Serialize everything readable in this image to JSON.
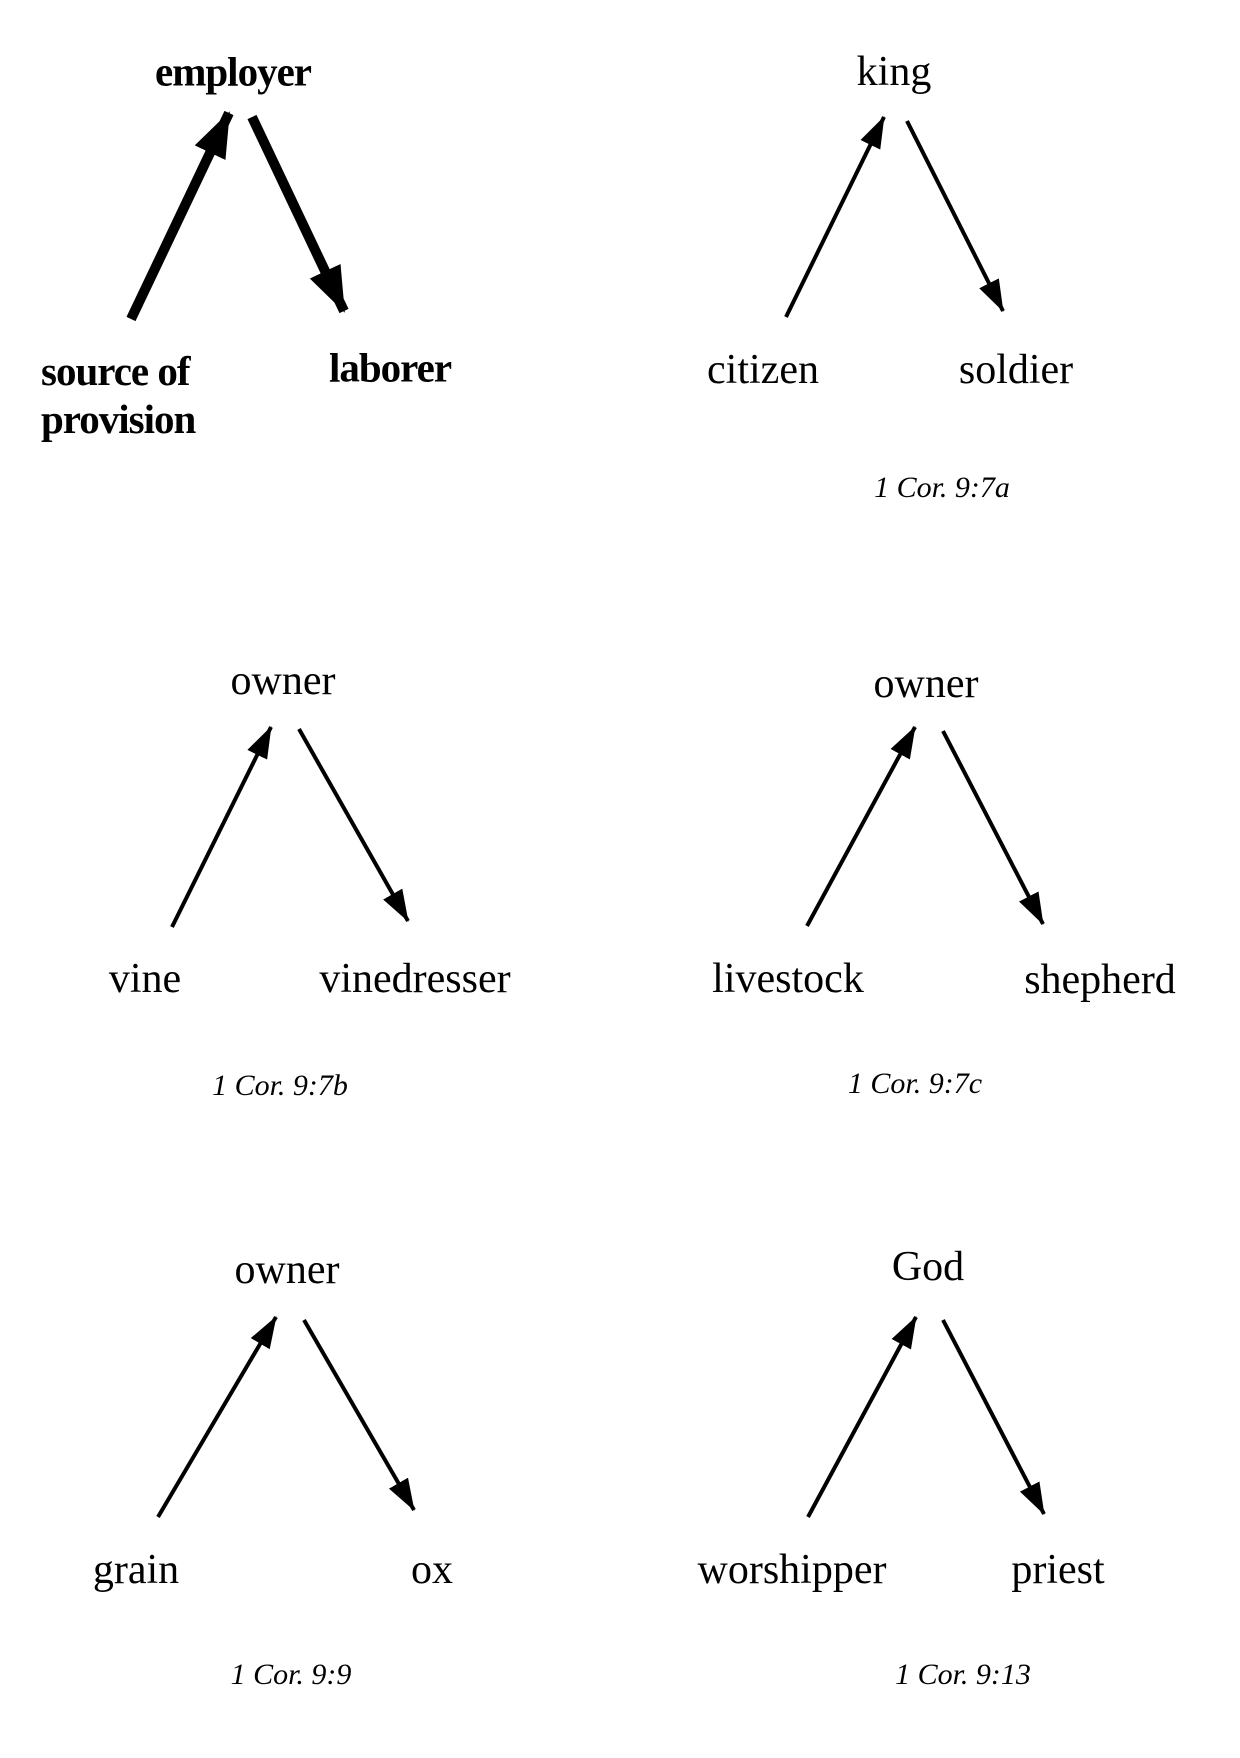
{
  "page": {
    "background_color": "#ffffff",
    "ink_color": "#000000",
    "description": "Six triangle diagrams of provision relationships"
  },
  "panels": [
    {
      "id": "employer-laborer",
      "top": "employer",
      "bottom_left": "source of\nprovision",
      "bottom_right": "laborer",
      "caption": "",
      "emphasis": "bold",
      "arrow_style": "thick"
    },
    {
      "id": "king-soldier",
      "top": "king",
      "bottom_left": "citizen",
      "bottom_right": "soldier",
      "caption": "1 Cor. 9:7a",
      "emphasis": "regular",
      "arrow_style": "thin"
    },
    {
      "id": "owner-vinedresser",
      "top": "owner",
      "bottom_left": "vine",
      "bottom_right": "vinedresser",
      "caption": "1 Cor. 9:7b",
      "emphasis": "regular",
      "arrow_style": "thin"
    },
    {
      "id": "owner-shepherd",
      "top": "owner",
      "bottom_left": "livestock",
      "bottom_right": "shepherd",
      "caption": "1 Cor. 9:7c",
      "emphasis": "regular",
      "arrow_style": "thin"
    },
    {
      "id": "owner-ox",
      "top": "owner",
      "bottom_left": "grain",
      "bottom_right": "ox",
      "caption": "1 Cor. 9:9",
      "emphasis": "regular",
      "arrow_style": "thin"
    },
    {
      "id": "god-priest",
      "top": "God",
      "bottom_left": "worshipper",
      "bottom_right": "priest",
      "caption": "1 Cor. 9:13",
      "emphasis": "regular",
      "arrow_style": "thin"
    }
  ]
}
